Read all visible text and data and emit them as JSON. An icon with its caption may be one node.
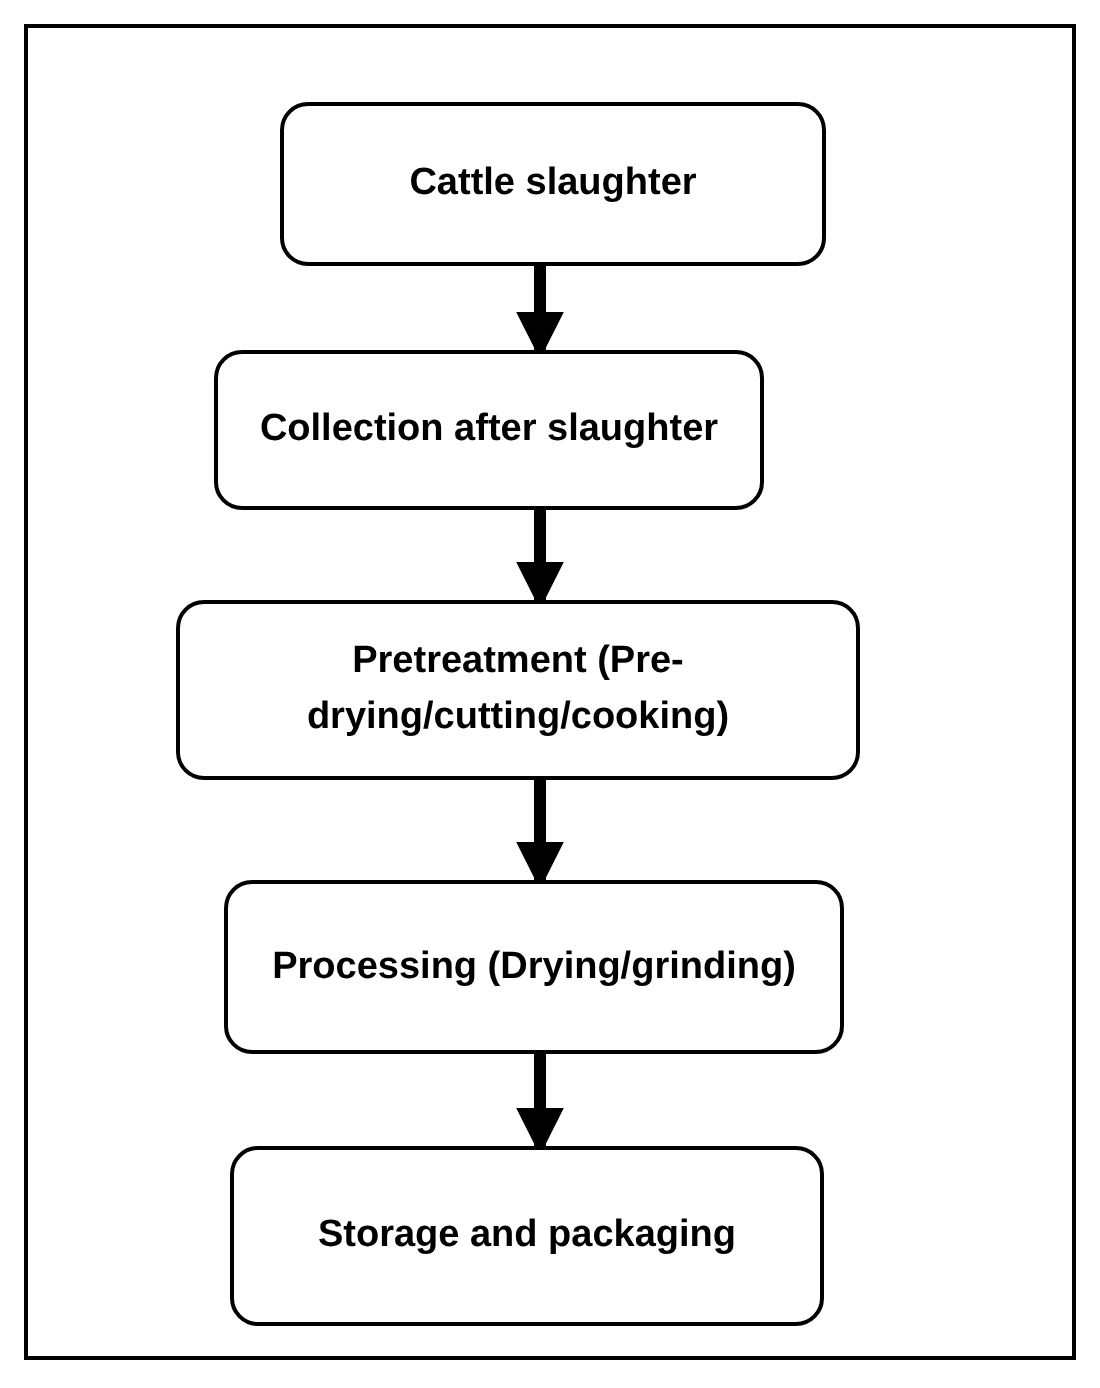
{
  "diagram": {
    "nodes": [
      {
        "text": [
          "Cattle slaughter"
        ]
      },
      {
        "text": [
          "Collection after slaughter"
        ]
      },
      {
        "text": [
          "Pretreatment (Pre-drying/cutting/cooking)"
        ]
      },
      {
        "text": [
          "Processing (Drying/grinding)"
        ]
      },
      {
        "text": [
          "Storage and packaging"
        ]
      }
    ],
    "edges": [
      {
        "from": 0,
        "to": 1,
        "arrow": "to"
      },
      {
        "from": 1,
        "to": 2,
        "arrow": "to"
      },
      {
        "from": 2,
        "to": 3,
        "arrow": "to"
      },
      {
        "from": 3,
        "to": 4,
        "arrow": "to"
      }
    ]
  }
}
